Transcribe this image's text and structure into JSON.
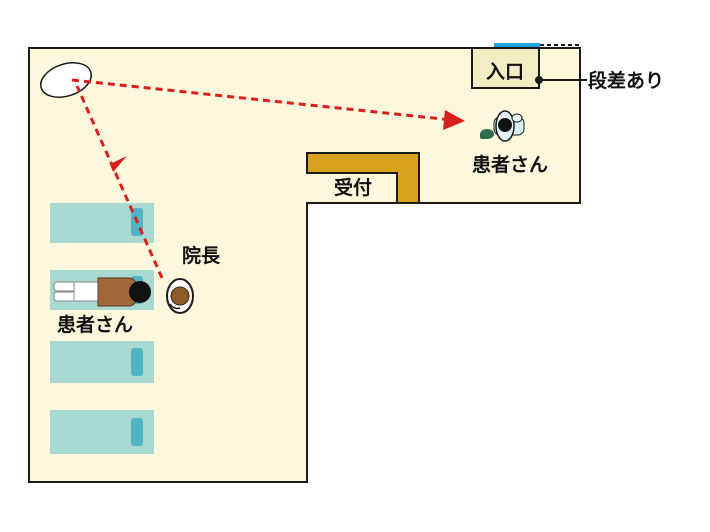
{
  "labels": {
    "entrance": "入口",
    "step": "段差あり",
    "reception": "受付",
    "patient_top": "患者さん",
    "director": "院長",
    "patient_bed": "患者さん"
  },
  "colors": {
    "floor": "#fdf8dc",
    "outline": "#1a1a1a",
    "bed": "#a8d8cf",
    "pillow": "#4fb4c6",
    "counter": "#d9a21b",
    "entrance_box": "#f2ecc3",
    "door_line": "#1f9fe0",
    "route": "#d91e1e",
    "skin_brown": "#a0683a",
    "shirt_green": "#2e6b4e"
  },
  "icons": [
    "arrow-icon",
    "person-topview-icon"
  ]
}
